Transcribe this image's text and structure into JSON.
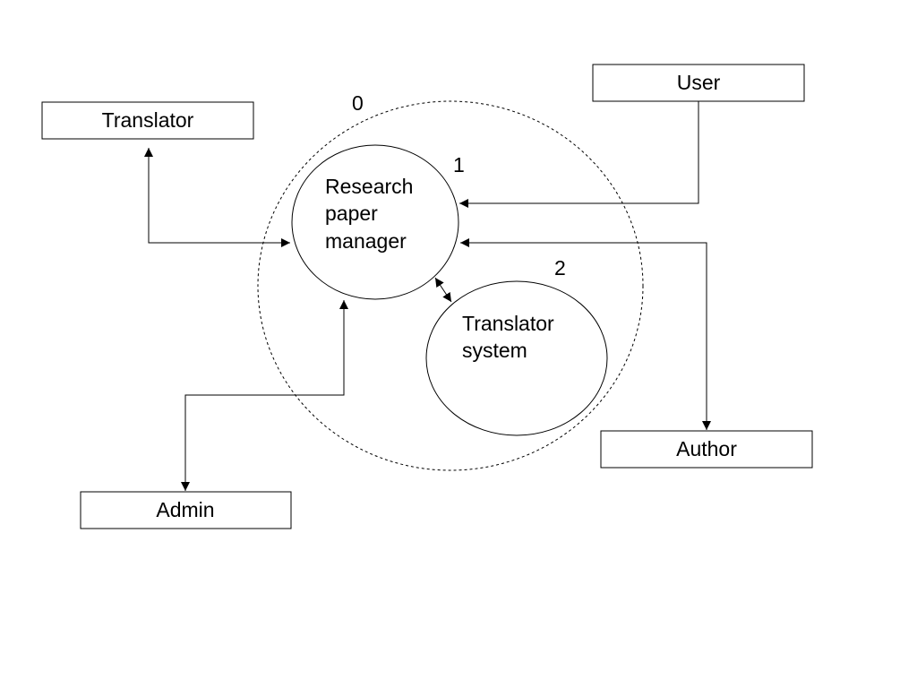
{
  "colors": {
    "background": "#ffffff",
    "stroke": "#000000",
    "text": "#000000"
  },
  "system_boundary": {
    "number": "0"
  },
  "processes": {
    "research_paper_manager": {
      "number": "1",
      "label_lines": [
        "Research",
        "paper",
        "manager"
      ]
    },
    "translator_system": {
      "number": "2",
      "label_lines": [
        "Translator",
        "system"
      ]
    }
  },
  "entities": {
    "translator": "Translator",
    "user": "User",
    "author": "Author",
    "admin": "Admin"
  }
}
